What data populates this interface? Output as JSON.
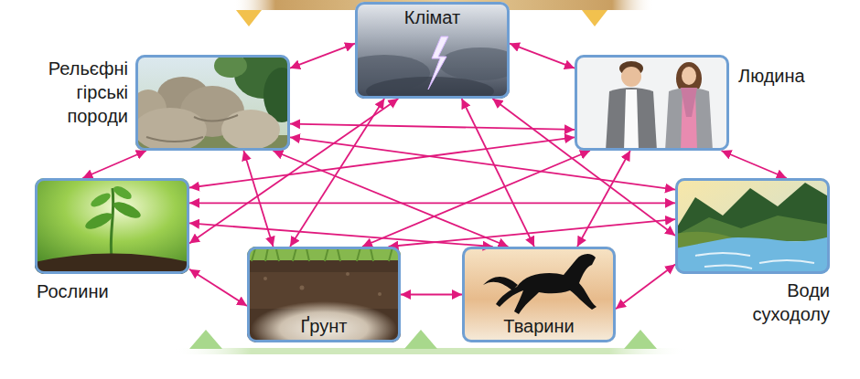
{
  "diagram": {
    "nodes": [
      {
        "text": [
          "Рельєфні гірські породи"
        ]
      },
      {
        "text": [
          "Клімат"
        ]
      },
      {
        "text": [
          "Людина"
        ]
      },
      {
        "text": [
          "Рослини"
        ]
      },
      {
        "text": [
          "Ґрунт"
        ]
      },
      {
        "text": [
          "Тварини"
        ]
      },
      {
        "text": [
          "Води суходолу"
        ]
      }
    ],
    "edges": [
      {
        "from": 0,
        "to": 1,
        "arrow": "both"
      },
      {
        "from": 1,
        "to": 2,
        "arrow": "both"
      },
      {
        "from": 0,
        "to": 3,
        "arrow": "both"
      },
      {
        "from": 2,
        "to": 6,
        "arrow": "both"
      },
      {
        "from": 3,
        "to": 4,
        "arrow": "both"
      },
      {
        "from": 4,
        "to": 5,
        "arrow": "both"
      },
      {
        "from": 5,
        "to": 6,
        "arrow": "both"
      },
      {
        "from": 1,
        "to": 3,
        "arrow": "both"
      },
      {
        "from": 1,
        "to": 4,
        "arrow": "both"
      },
      {
        "from": 1,
        "to": 5,
        "arrow": "both"
      },
      {
        "from": 1,
        "to": 6,
        "arrow": "both"
      },
      {
        "from": 0,
        "to": 2,
        "arrow": "both"
      },
      {
        "from": 0,
        "to": 6,
        "arrow": "both"
      },
      {
        "from": 0,
        "to": 4,
        "arrow": "both"
      },
      {
        "from": 0,
        "to": 5,
        "arrow": "both"
      },
      {
        "from": 2,
        "to": 3,
        "arrow": "both"
      },
      {
        "from": 2,
        "to": 4,
        "arrow": "both"
      },
      {
        "from": 2,
        "to": 5,
        "arrow": "both"
      },
      {
        "from": 3,
        "to": 6,
        "arrow": "both"
      },
      {
        "from": 3,
        "to": 5,
        "arrow": "both"
      },
      {
        "from": 4,
        "to": 6,
        "arrow": "both"
      }
    ]
  }
}
